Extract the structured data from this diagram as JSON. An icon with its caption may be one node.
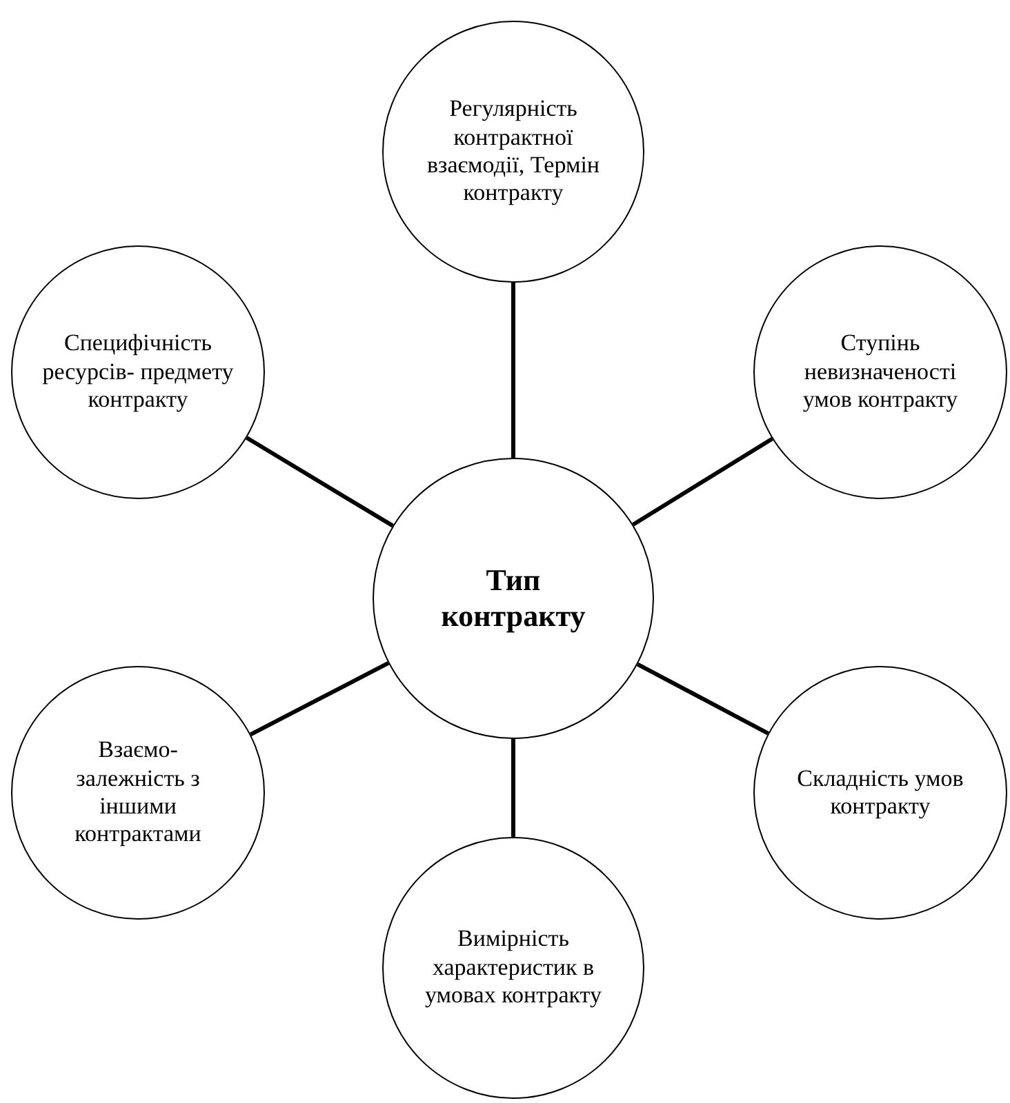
{
  "diagram": {
    "nodes": [
      {
        "text": [
          "Регулярність контрактної взаємодії, Термін контракту"
        ]
      },
      {
        "text": [
          "Специфічність ресурсів- предмету контракту"
        ]
      },
      {
        "text": [
          "Ступінь невизначеності умов контракту"
        ]
      },
      {
        "text": [
          "Тип контракту"
        ]
      },
      {
        "text": [
          "Взаємо- залежність з іншими контрактами"
        ]
      },
      {
        "text": [
          "Складність умов контракту"
        ]
      },
      {
        "text": [
          "Вимірність характеристик в умовах контракту"
        ]
      }
    ],
    "edges": [
      {
        "from": 3,
        "to": 0,
        "arrow": "none"
      },
      {
        "from": 3,
        "to": 1,
        "arrow": "none"
      },
      {
        "from": 3,
        "to": 2,
        "arrow": "none"
      },
      {
        "from": 3,
        "to": 4,
        "arrow": "none"
      },
      {
        "from": 3,
        "to": 5,
        "arrow": "none"
      },
      {
        "from": 3,
        "to": 6,
        "arrow": "none"
      }
    ]
  }
}
